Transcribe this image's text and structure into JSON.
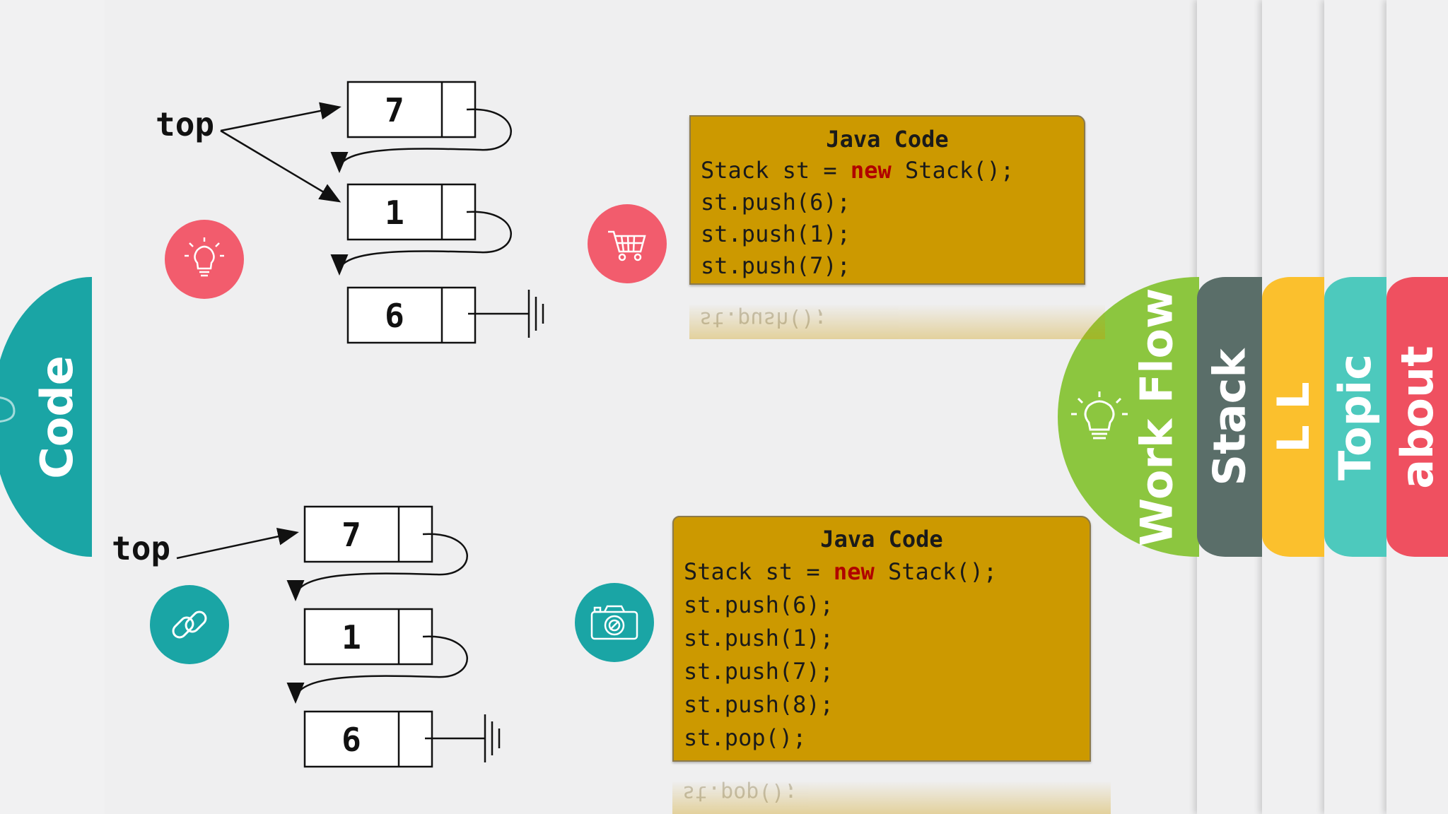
{
  "tabs": [
    {
      "label": "Code",
      "color": "#1aa5a5"
    },
    {
      "label": "Work Flow",
      "color": "#8cc63f"
    },
    {
      "label": "Stack",
      "color": "#5a6e69"
    },
    {
      "label": "L L",
      "color": "#fbc02d"
    },
    {
      "label": "Topic",
      "color": "#4dc9bd"
    },
    {
      "label": "about",
      "color": "#ef5060"
    }
  ],
  "icons": {
    "lightbulb": {
      "name": "lightbulb-icon",
      "color": "#f25c6d"
    },
    "cart": {
      "name": "shopping-cart-icon",
      "color": "#f25c6d"
    },
    "link": {
      "name": "link-icon",
      "color": "#1aa5a5"
    },
    "camera": {
      "name": "camera-icon",
      "color": "#1aa5a5"
    }
  },
  "diagram_top": {
    "pointer_label": "top",
    "nodes": [
      "7",
      "1",
      "6"
    ]
  },
  "diagram_bottom": {
    "pointer_label": "top",
    "nodes": [
      "7",
      "1",
      "6"
    ]
  },
  "code_top": {
    "title": "Java Code",
    "lines": [
      {
        "pre": "Stack st = ",
        "kw": "new",
        "post": " Stack();"
      },
      {
        "pre": "st.push(6);",
        "kw": "",
        "post": ""
      },
      {
        "pre": "st.push(1);",
        "kw": "",
        "post": ""
      },
      {
        "pre": "st.push(7);",
        "kw": "",
        "post": ""
      }
    ],
    "reflection": "st.push();"
  },
  "code_bottom": {
    "title": "Java Code",
    "lines": [
      {
        "pre": "Stack st = ",
        "kw": "new",
        "post": " Stack();"
      },
      {
        "pre": "st.push(6);",
        "kw": "",
        "post": ""
      },
      {
        "pre": "st.push(1);",
        "kw": "",
        "post": ""
      },
      {
        "pre": "st.push(7);",
        "kw": "",
        "post": ""
      },
      {
        "pre": "st.push(8);",
        "kw": "",
        "post": ""
      },
      {
        "pre": "st.pop();",
        "kw": "",
        "post": ""
      }
    ],
    "reflection": "st.pop();"
  }
}
